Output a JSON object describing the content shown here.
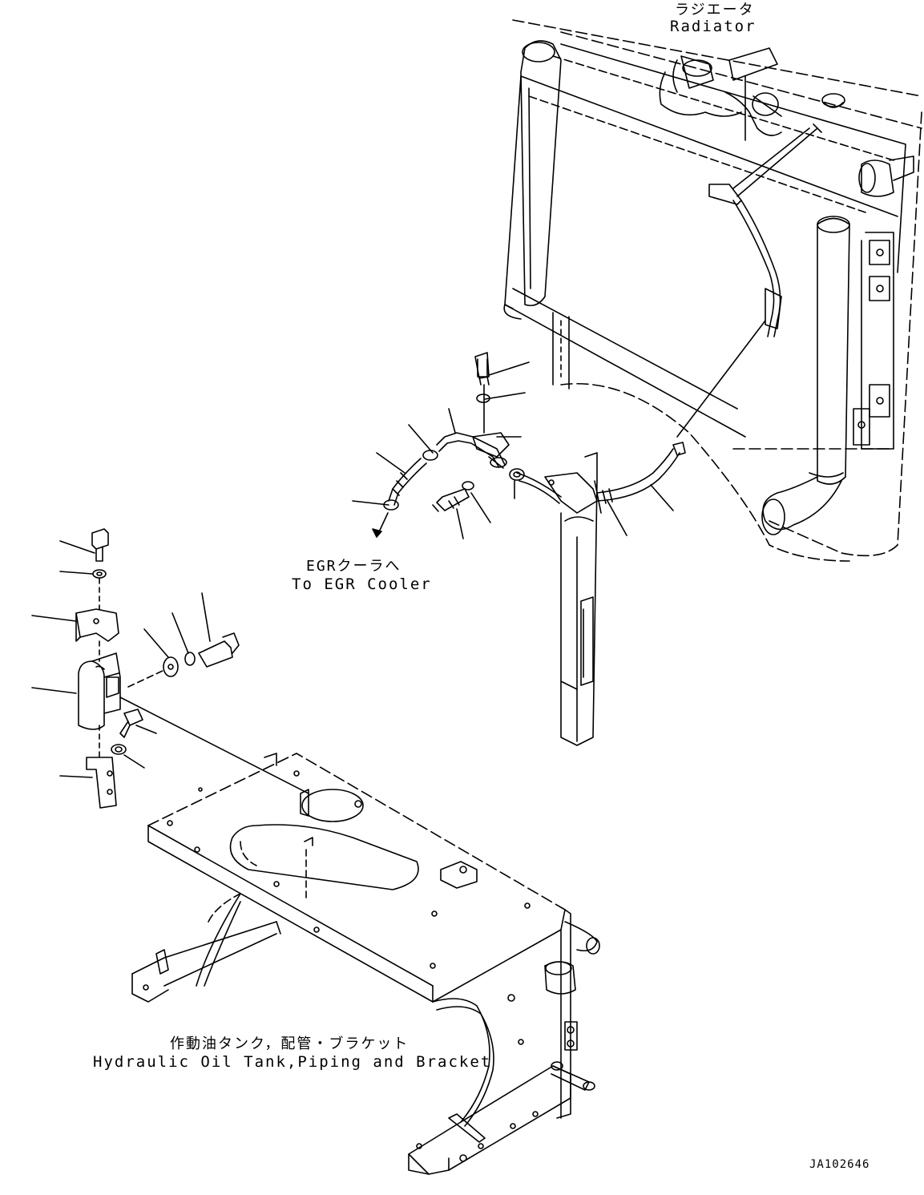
{
  "labels": {
    "radiator_jp": "ラジエータ",
    "radiator_en": "Radiator",
    "egr_jp": "EGRクーラへ",
    "egr_en": "To EGR Cooler",
    "tank_jp": "作動油タンク，配管・ブラケット",
    "tank_en": "Hydraulic Oil Tank,Piping and Bracket",
    "drawing_code": "JA102646"
  }
}
